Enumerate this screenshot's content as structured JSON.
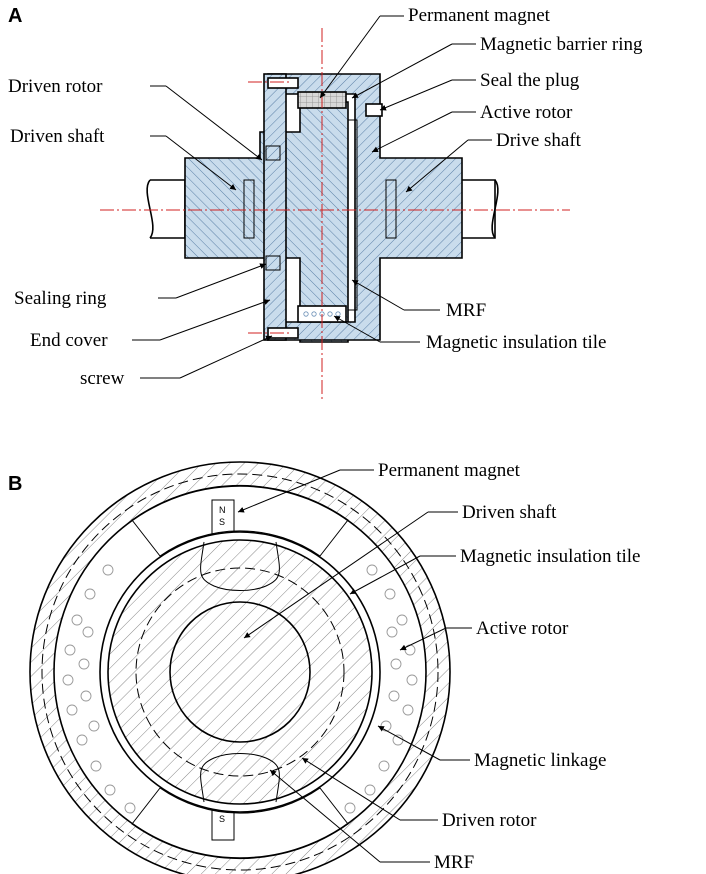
{
  "panels": {
    "a": "A",
    "b": "B"
  },
  "magnet_poles": {
    "north": "N",
    "south": "S"
  },
  "colors": {
    "section_fill": "#c9dcec",
    "hatch": "#5a7fa6",
    "center_line": "#d02020",
    "line": "#000000"
  },
  "figure_a": {
    "labels": {
      "permanent_magnet": "Permanent magnet",
      "magnetic_barrier_ring": "Magnetic barrier ring",
      "driven_rotor": "Driven rotor",
      "seal_plug": "Seal the plug",
      "active_rotor": "Active rotor",
      "driven_shaft": "Driven shaft",
      "drive_shaft": "Drive shaft",
      "sealing_ring": "Sealing ring",
      "mrf": "MRF",
      "end_cover": "End cover",
      "magnetic_insulation_tile": "Magnetic insulation tile",
      "screw": "screw"
    }
  },
  "figure_b": {
    "labels": {
      "permanent_magnet": "Permanent magnet",
      "driven_shaft": "Driven shaft",
      "magnetic_insulation_tile": "Magnetic insulation tile",
      "active_rotor": "Active rotor",
      "magnetic_linkage": "Magnetic linkage",
      "driven_rotor": "Driven rotor",
      "mrf": "MRF"
    }
  }
}
